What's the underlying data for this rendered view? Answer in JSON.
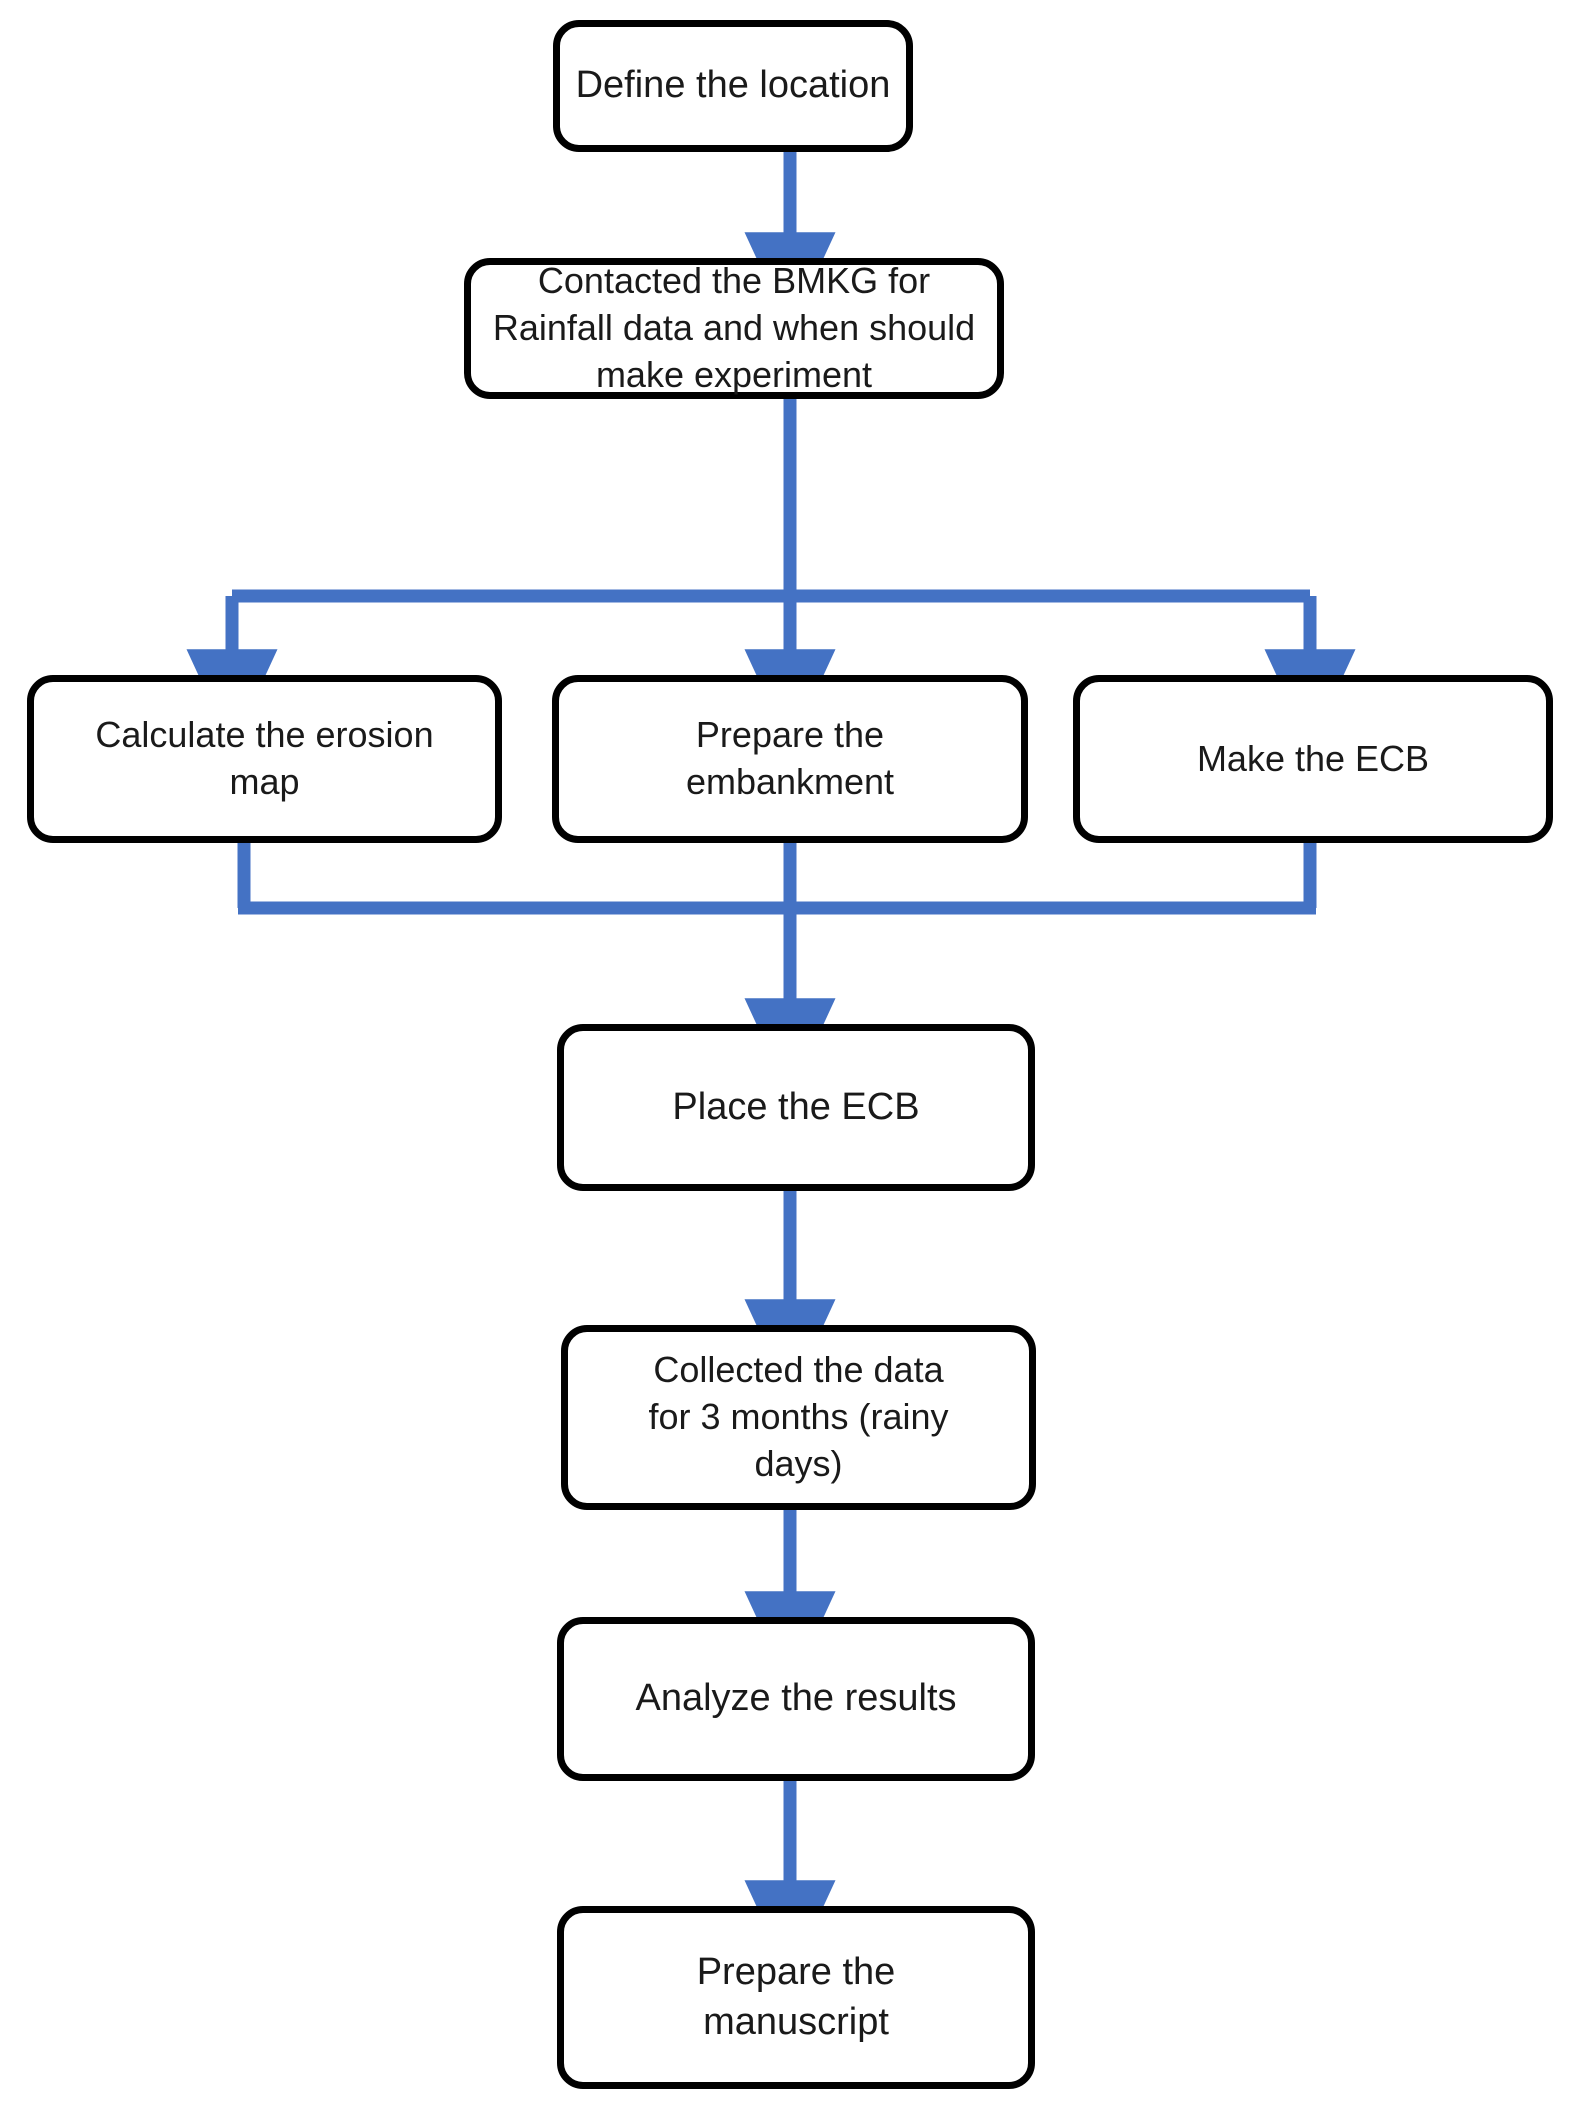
{
  "diagram": {
    "title": "Research methodology flowchart",
    "type": "flowchart",
    "colors": {
      "node_border": "#000000",
      "node_fill": "#FFFFFF",
      "connector": "#4472C4",
      "text": "#1A1A1A"
    },
    "nodes": [
      {
        "id": "define",
        "label": "Define the location"
      },
      {
        "id": "contact",
        "label": "Contacted the BMKG for\nRainfall data and when should\nmake experiment"
      },
      {
        "id": "erosion",
        "label": "Calculate the erosion\nmap"
      },
      {
        "id": "embankment",
        "label": "Prepare the\nembankment"
      },
      {
        "id": "make_ecb",
        "label": "Make the ECB"
      },
      {
        "id": "place_ecb",
        "label": "Place the ECB"
      },
      {
        "id": "collect",
        "label": "Collected the data\nfor 3 months (rainy\ndays)"
      },
      {
        "id": "analyze",
        "label": "Analyze the results"
      },
      {
        "id": "manuscript",
        "label": "Prepare the\nmanuscript"
      }
    ],
    "edges": [
      {
        "from": "define",
        "to": "contact",
        "style": "straight-arrow-down"
      },
      {
        "from": "contact",
        "to": "erosion",
        "style": "split-branch-left"
      },
      {
        "from": "contact",
        "to": "embankment",
        "style": "straight-arrow-down"
      },
      {
        "from": "contact",
        "to": "make_ecb",
        "style": "split-branch-right"
      },
      {
        "from": "erosion",
        "to": "place_ecb",
        "style": "merge-branch-left"
      },
      {
        "from": "embankment",
        "to": "place_ecb",
        "style": "straight-arrow-down"
      },
      {
        "from": "make_ecb",
        "to": "place_ecb",
        "style": "merge-branch-right"
      },
      {
        "from": "place_ecb",
        "to": "collect",
        "style": "straight-arrow-down"
      },
      {
        "from": "collect",
        "to": "analyze",
        "style": "straight-arrow-down"
      },
      {
        "from": "analyze",
        "to": "manuscript",
        "style": "straight-arrow-down"
      }
    ]
  }
}
